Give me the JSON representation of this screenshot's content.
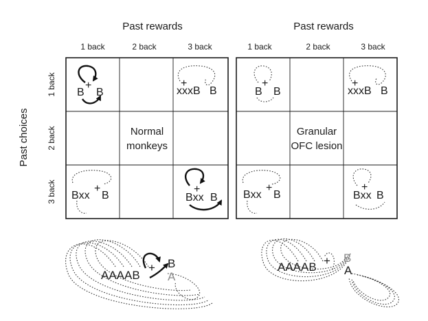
{
  "y_axis_title": "Past choices",
  "panels": [
    {
      "header": "Past rewards",
      "col_labels": [
        "1 back",
        "2 back",
        "3 back"
      ],
      "row_labels": [
        "1 back",
        "2 back",
        "3 back"
      ],
      "center_line1": "Normal",
      "center_line2": "monkeys",
      "cells": {
        "tl_main": "B",
        "tl_plus": "+",
        "tl_tail": "B",
        "tr_main": "xxxB",
        "tr_plus": "+",
        "tr_tail": "B",
        "bl_main": "Bxx",
        "bl_plus": "+",
        "bl_tail": "B",
        "br_main": "Bxx",
        "br_plus": "+",
        "br_tail": "B"
      },
      "sequence": {
        "text": "AAAAB",
        "plus": "+",
        "upper": "B",
        "lower": "A"
      }
    },
    {
      "header": "Past rewards",
      "col_labels": [
        "1 back",
        "2 back",
        "3 back"
      ],
      "center_line1": "Granular",
      "center_line2": "OFC lesion",
      "cells": {
        "tl_main": "B",
        "tl_plus": "+",
        "tl_tail": "B",
        "tr_main": "xxxB",
        "tr_plus": "+",
        "tr_tail": "B",
        "bl_main": "Bxx",
        "bl_plus": "+",
        "bl_tail": "B",
        "br_main": "Bxx",
        "br_plus": "+",
        "br_tail": "B"
      },
      "sequence": {
        "text": "AAAAB",
        "plus": "+",
        "upper": "B",
        "lower": "A"
      }
    }
  ]
}
